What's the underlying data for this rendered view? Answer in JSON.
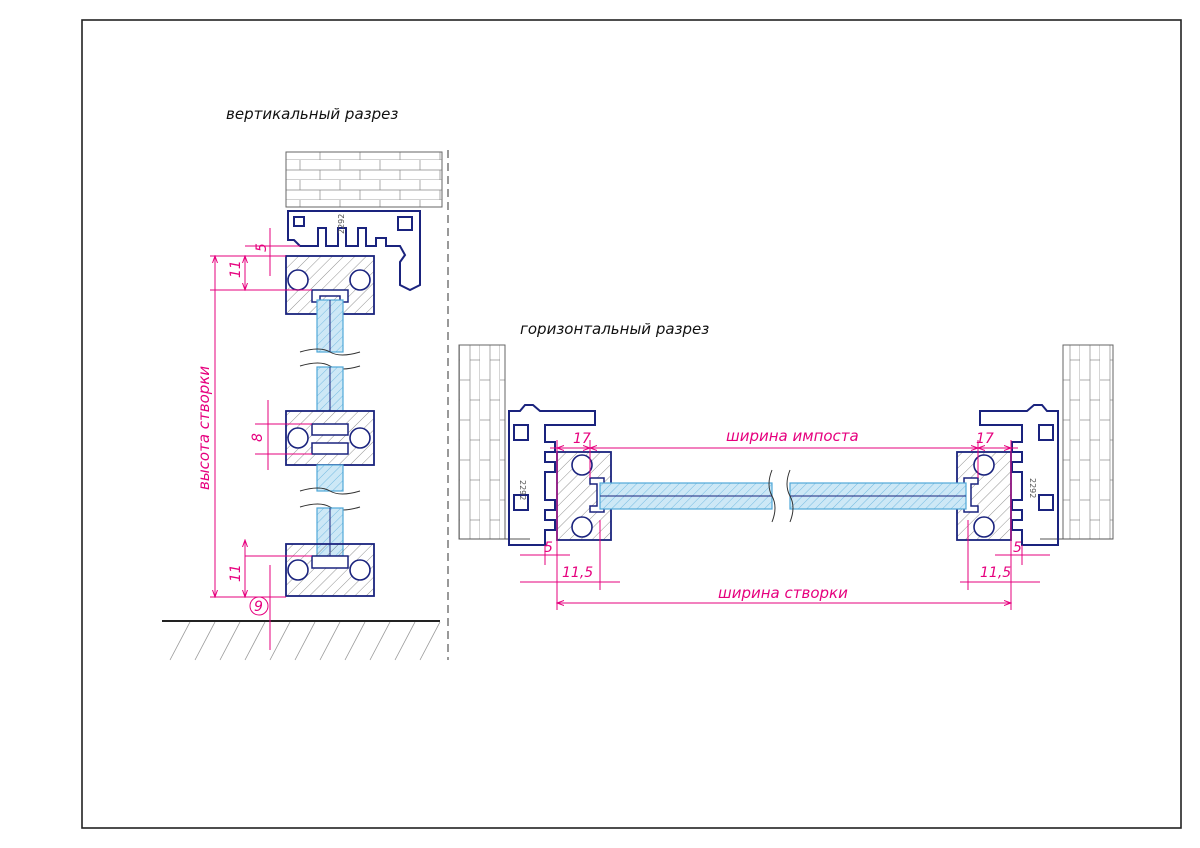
{
  "drawing": {
    "vertical_section": {
      "title": "вертикальный разрез",
      "dims": {
        "d5": "5",
        "d11_top": "11",
        "d8": "8",
        "d11_bottom": "11",
        "d9": "9",
        "height_label": "высота створки"
      },
      "profile_code": "2292"
    },
    "horizontal_section": {
      "title": "горизонтальный разрез",
      "dims": {
        "d17_left": "17",
        "d17_right": "17",
        "d5_left": "5",
        "d5_right": "5",
        "d115_left": "11,5",
        "d115_right": "11,5",
        "transom_width": "ширина импоста",
        "sash_width": "ширина створки"
      },
      "profile_code": "2292"
    },
    "colors": {
      "profile": "#1a237e",
      "dimension": "#e6007e",
      "glass": "#4fa8d8",
      "wall": "#666666"
    }
  }
}
